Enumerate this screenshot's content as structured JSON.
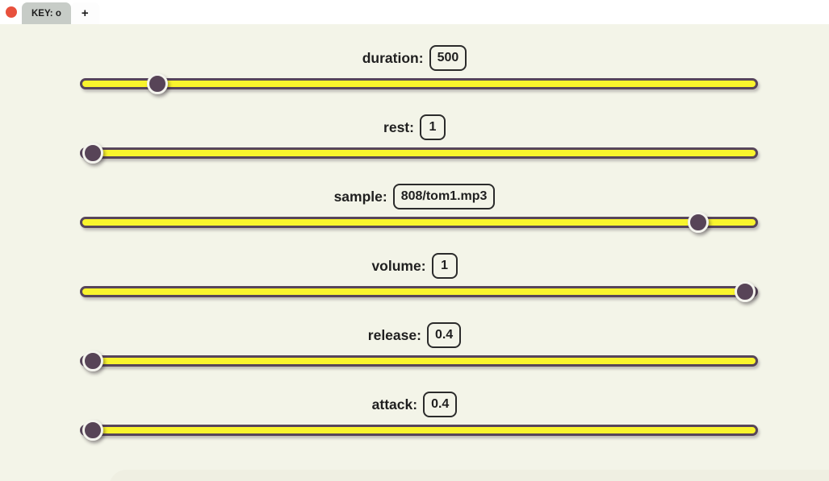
{
  "tabbar": {
    "record_indicator": "red-dot",
    "record_indicator_color": "#e8513d",
    "tabs": [
      {
        "label": "KEY: o",
        "active": true
      },
      {
        "label": "+",
        "active": false
      }
    ]
  },
  "colors": {
    "background": "#f3f4e8",
    "tabbar_background": "#ffffff",
    "active_tab_background": "#c7ccc7",
    "track_fill": "#f9f42d",
    "track_border": "#57455a",
    "thumb_fill": "#574457",
    "thumb_ring": "#f4f4ee",
    "text": "#1f1f1f"
  },
  "sliders": [
    {
      "id": "duration",
      "label": "duration:",
      "value": "500",
      "position_pct": 9.9
    },
    {
      "id": "rest",
      "label": "rest:",
      "value": "1",
      "position_pct": 0
    },
    {
      "id": "sample",
      "label": "sample:",
      "value": "808/tom1.mp3",
      "position_pct": 92.8
    },
    {
      "id": "volume",
      "label": "volume:",
      "value": "1",
      "position_pct": 100
    },
    {
      "id": "release",
      "label": "release:",
      "value": "0.4",
      "position_pct": 0
    },
    {
      "id": "attack",
      "label": "attack:",
      "value": "0.4",
      "position_pct": 0
    }
  ]
}
